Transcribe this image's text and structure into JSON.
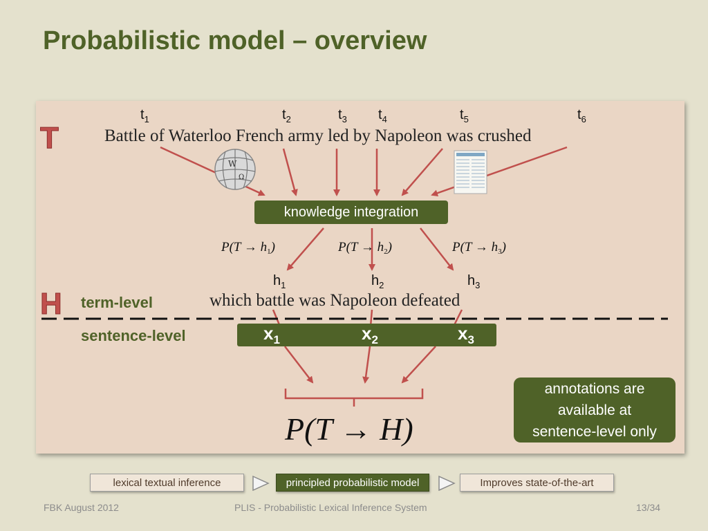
{
  "slide": {
    "title": "Probabilistic model – overview",
    "text_marker": "T",
    "hypothesis_marker": "H",
    "text_tokens": [
      "t",
      "t",
      "t",
      "t",
      "t",
      "t"
    ],
    "text_token_subscripts": [
      "1",
      "2",
      "3",
      "4",
      "5",
      "6"
    ],
    "text_sentence": "Battle of Waterloo French army led by Napoleon was crushed",
    "knowledge_integration": "knowledge integration",
    "probabilities": [
      {
        "label": "P(T → h",
        "sub": "1",
        "close": ")"
      },
      {
        "label": "P(T → h",
        "sub": "2",
        "close": ")"
      },
      {
        "label": "P(T → h",
        "sub": "3",
        "close": ")"
      }
    ],
    "hypothesis_tokens": [
      "h",
      "h",
      "h"
    ],
    "hypothesis_token_subscripts": [
      "1",
      "2",
      "3"
    ],
    "hypothesis_sentence": "which battle was Napoleon defeated",
    "term_level_label": "term-level",
    "sentence_level_label": "sentence-level",
    "sentence_vars": [
      "x",
      "x",
      "x"
    ],
    "sentence_var_subscripts": [
      "1",
      "2",
      "3"
    ],
    "final_probability": "P(T → H)",
    "note": "annotations are available at sentence-level only",
    "flow": [
      "lexical textual inference",
      "principled probabilistic model",
      "Improves state-of-the-art"
    ],
    "footer": {
      "left": "FBK August 2012",
      "center": "PLIS - Probabilistic Lexical Inference System",
      "page": "13/34"
    },
    "colors": {
      "title_green": "#4f6228",
      "panel": "#ead6c5",
      "arrow_red": "#c0504d",
      "background": "#e4e1cd"
    },
    "icons": [
      "wikipedia-globe-icon",
      "dictionary-page-icon"
    ]
  }
}
